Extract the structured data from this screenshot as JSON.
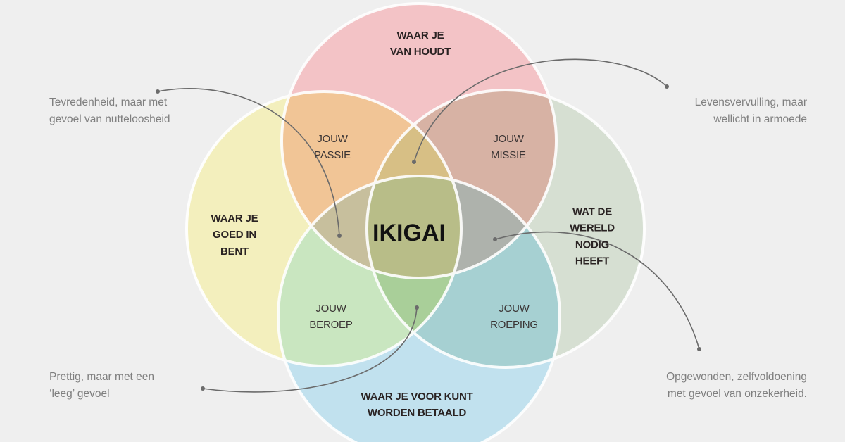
{
  "diagram": {
    "title": "IKIGAI",
    "colors": {
      "background": "#efefef",
      "love": "#f3c3c6",
      "good_at": "#f3efbd",
      "world_needs": "#d6dfd2",
      "paid_for": "#c1e1ee",
      "passion": "#f1c596",
      "mission": "#d7b2a4",
      "profession": "#c9e6c0",
      "vocation": "#a6d0d2",
      "center": "#b8bd88",
      "connector": "#6b6b6b"
    },
    "circles": {
      "love": {
        "line1": "WAAR JE",
        "line2": "VAN HOUDT"
      },
      "good_at": {
        "line1": "WAAR JE",
        "line2": "GOED IN",
        "line3": "BENT"
      },
      "world_needs": {
        "line1": "WAT DE",
        "line2": "WERELD",
        "line3": "NODIG",
        "line4": "HEEFT"
      },
      "paid_for": {
        "line1": "WAAR JE VOOR KUNT",
        "line2": "WORDEN BETAALD"
      }
    },
    "overlaps": {
      "passion": {
        "line1": "JOUW",
        "line2": "PASSIE"
      },
      "mission": {
        "line1": "JOUW",
        "line2": "MISSIE"
      },
      "profession": {
        "line1": "JOUW",
        "line2": "BEROEP"
      },
      "vocation": {
        "line1": "JOUW",
        "line2": "ROEPING"
      }
    },
    "center_label": "IKIGAI",
    "notes": {
      "top_left": {
        "line1": "Tevredenheid, maar met",
        "line2": "gevoel van nutteloosheid"
      },
      "top_right": {
        "line1": "Levensvervulling, maar",
        "line2": "wellicht in armoede"
      },
      "bottom_left": {
        "line1": "Prettig, maar met een",
        "line2": "‘leeg’ gevoel"
      },
      "bottom_right": {
        "line1": "Opgewonden, zelfvoldoening",
        "line2": "met gevoel van onzekerheid."
      }
    }
  }
}
